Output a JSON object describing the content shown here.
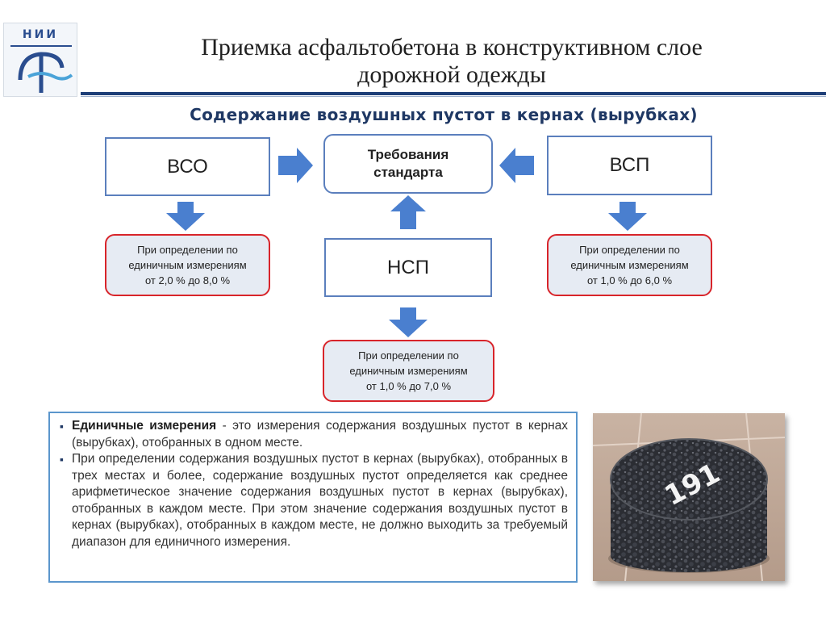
{
  "logo": {
    "text": "НИИ"
  },
  "header": {
    "title_line1": "Приемка асфальтобетона в конструктивном слое",
    "title_line2": "дорожной одежды",
    "subtitle": "Содержание воздушных пустот в кернах (вырубках)"
  },
  "diagram": {
    "vso": {
      "label": "ВСО"
    },
    "standard": {
      "line1": "Требования",
      "line2": "стандарта"
    },
    "vsp": {
      "label": "ВСП"
    },
    "nsp": {
      "label": "НСП"
    },
    "vso_range": {
      "line1": "При определении по",
      "line2": "единичным измерениям",
      "line3": "от 2,0 % до 8,0 %"
    },
    "vsp_range": {
      "line1": "При определении по",
      "line2": "единичным измерениям",
      "line3": "от 1,0 % до 6,0 %"
    },
    "nsp_range": {
      "line1": "При определении по",
      "line2": "единичным измерениям",
      "line3": "от 1,0 % до 7,0 %"
    },
    "colors": {
      "box_border": "#5b7fbd",
      "arrow": "#4a7fcf",
      "range_border": "#d8242a",
      "range_fill": "#e6ebf3"
    }
  },
  "info": {
    "item1_term": "Единичные измерения",
    "item1_text": " - это измерения содержания воздушных пустот в кернах (вырубках), отобранных в одном месте.",
    "item2_text": "При определении содержания воздушных пустот в кернах (вырубках), отобранных в трех местах и более, содержание воздушных пустот определяется как среднее арифметическое значение содержания воздушных пустот в кернах (вырубках), отобранных в каждом месте. При этом значение содержания воздушных пустот в кернах (вырубках), отобранных в каждом месте, не должно выходить за требуемый диапазон для единичного измерения."
  },
  "photo": {
    "sample_label": "191"
  }
}
